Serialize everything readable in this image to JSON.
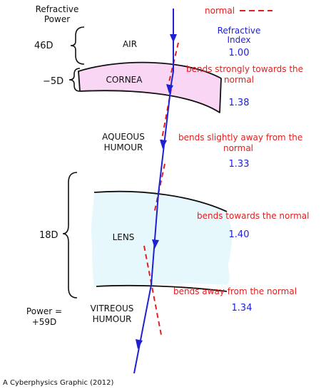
{
  "colors": {
    "ray": "#1f1fd6",
    "normal": "#e02020",
    "cornea_fill": "#f8d6f4",
    "lens_fill": "#e6f8fb",
    "ink": "#111111"
  },
  "headers": {
    "power_line1": "Refractive",
    "power_line2": "Power",
    "index_line1": "Refractive",
    "index_line2": "Index",
    "legend_label": "normal"
  },
  "powers": {
    "air": "46D",
    "cornea": "−5D",
    "lens": "18D",
    "total_line1": "Power =",
    "total_line2": "+59D"
  },
  "media": {
    "air": "AIR",
    "cornea": "CORNEA",
    "aqueous_line1": "AQUEOUS",
    "aqueous_line2": "HUMOUR",
    "lens": "LENS",
    "vitreous_line1": "VITREOUS",
    "vitreous_line2": "HUMOUR"
  },
  "indices": {
    "air": "1.00",
    "cornea": "1.38",
    "aqueous": "1.33",
    "lens": "1.40",
    "vitreous": "1.34"
  },
  "notes": {
    "cornea_line1": "bends strongly towards the",
    "cornea_line2": "normal",
    "aqueous_line1": "bends slightly away from the",
    "aqueous_line2": "normal",
    "lens_front": "bends towards the normal",
    "lens_back": "bends away from the normal"
  },
  "credit": "A Cyberphysics Graphic (2012)"
}
